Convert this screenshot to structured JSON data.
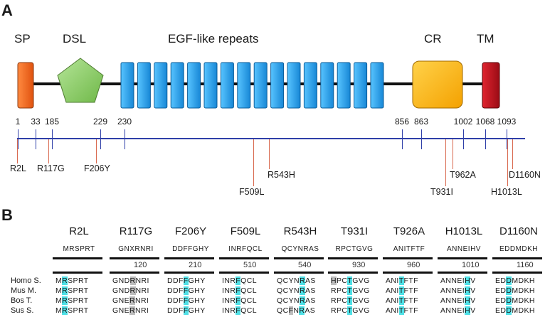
{
  "panel_a": {
    "letter": "A",
    "domains": {
      "sp": "SP",
      "dsl": "DSL",
      "egf": "EGF-like repeats",
      "cr": "CR",
      "tm": "TM"
    },
    "colors": {
      "sp": "#f26522",
      "dsl": "#8fce68",
      "egf": "#1ea6ec",
      "cr": "#fdb813",
      "tm": "#c1121f",
      "axis": "#2f3fa8",
      "mutation_tick": "#d96a50"
    },
    "positions": [
      "1",
      "33",
      "185",
      "229",
      "230",
      "856",
      "863",
      "1002",
      "1068",
      "1093"
    ],
    "mutations": [
      "R2L",
      "R117G",
      "F206Y",
      "F509L",
      "R543H",
      "T931I",
      "T962A",
      "H1013L",
      "D1160N"
    ],
    "egf_repeat_count": 16
  },
  "panel_b": {
    "letter": "B",
    "species": [
      "Homo S.",
      "Mus M.",
      "Bos T.",
      "Sus S."
    ],
    "columns": [
      {
        "title": "R2L",
        "ref": "MRSPRT",
        "num": "",
        "seqs": [
          "MRSPRT",
          "MRSPRT",
          "MRSPRT",
          "MRSPRT"
        ]
      },
      {
        "title": "R117G",
        "ref": "GNXRNRI",
        "num": "120",
        "seqs": [
          "GNDRNRI",
          "GNDRNRI",
          "GNERNRI",
          "GNERNRI"
        ]
      },
      {
        "title": "F206Y",
        "ref": "DDFFGHY",
        "num": "210",
        "seqs": [
          "DDFFGHY",
          "DDFFGHY",
          "DDFFGHY",
          "DDFFGHY"
        ]
      },
      {
        "title": "F509L",
        "ref": "INRFQCL",
        "num": "510",
        "seqs": [
          "INRFQCL",
          "INRFQCL",
          "INRFQCL",
          "INRFQCL"
        ]
      },
      {
        "title": "R543H",
        "ref": "QCYNRAS",
        "num": "540",
        "seqs": [
          "QCYNRAS",
          "QCYNRAS",
          "QCYNRAS",
          "QCFNRAS"
        ]
      },
      {
        "title": "T931I",
        "ref": "RPCTGVG",
        "num": "930",
        "seqs": [
          "HPCTGVG",
          "RPCTGVG",
          "RPCTGVG",
          "RPCTGVG"
        ]
      },
      {
        "title": "T926A",
        "ref": "ANITFTF",
        "num": "960",
        "seqs": [
          "ANITFTF",
          "ANITFTF",
          "ANITFTF",
          "ANITFTF"
        ]
      },
      {
        "title": "H1013L",
        "ref": "ANNEIHV",
        "num": "1010",
        "seqs": [
          "ANNEIHV",
          "ANNEIHV",
          "ANNEIHV",
          "ANNEIHV"
        ]
      },
      {
        "title": "D1160N",
        "ref": "EDDMDKH",
        "num": "1160",
        "seqs": [
          "EDDMDKH",
          "EDDMDKH",
          "EDDMDKH",
          "EDDMDKH"
        ]
      }
    ]
  }
}
